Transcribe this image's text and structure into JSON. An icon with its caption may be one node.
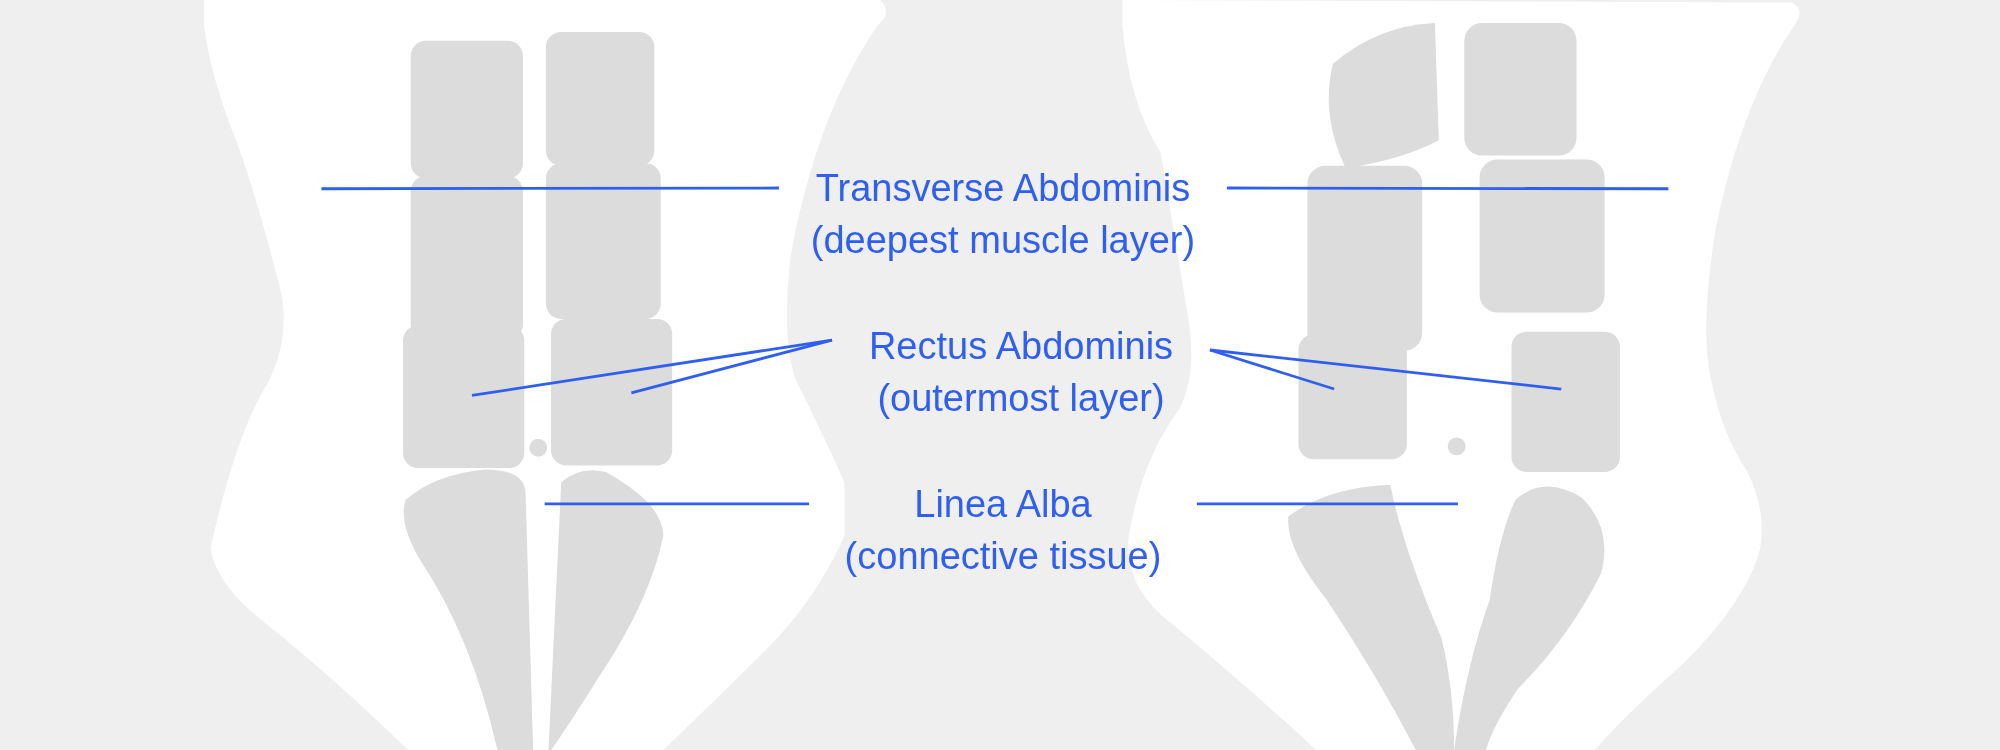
{
  "diagram": {
    "nodes": [
      {
        "text": [
          "Transverse Abdominis (deepest muscle layer)"
        ]
      },
      {
        "text": [
          "Rectus Abdominis (outermost layer)"
        ]
      },
      {
        "text": [
          "Linea Alba (connective tissue)"
        ]
      }
    ],
    "edges": [
      {
        "from": 0,
        "to": null,
        "arrow": "none"
      },
      {
        "from": 0,
        "to": null,
        "arrow": "none"
      },
      {
        "from": 1,
        "to": null,
        "arrow": "none"
      },
      {
        "from": 1,
        "to": null,
        "arrow": "none"
      },
      {
        "from": 1,
        "to": null,
        "arrow": "none"
      },
      {
        "from": 1,
        "to": null,
        "arrow": "none"
      },
      {
        "from": 2,
        "to": null,
        "arrow": "none"
      },
      {
        "from": 2,
        "to": null,
        "arrow": "none"
      }
    ]
  }
}
